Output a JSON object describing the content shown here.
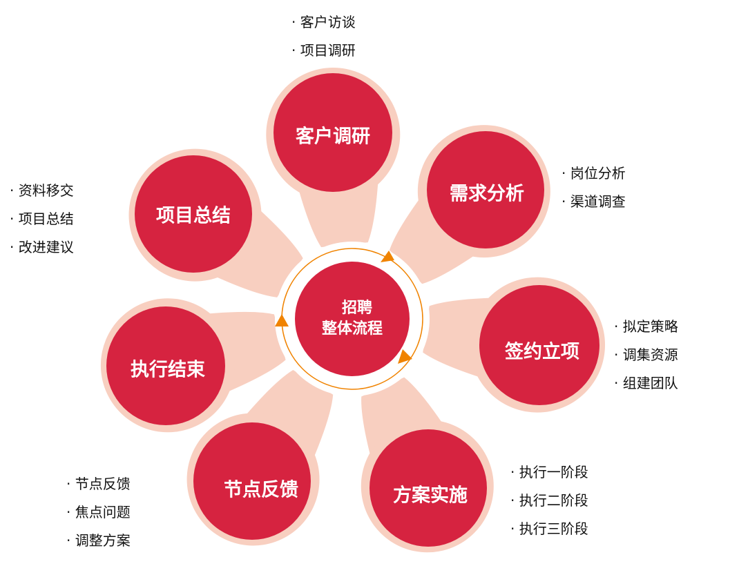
{
  "center": {
    "line1": "招聘",
    "line2": "整体流程"
  },
  "steps": [
    {
      "label": "客户调研",
      "details": [
        "客户访谈",
        "项目调研"
      ]
    },
    {
      "label": "需求分析",
      "details": [
        "岗位分析",
        "渠道调查"
      ]
    },
    {
      "label": "签约立项",
      "details": [
        "拟定策略",
        "调集资源",
        "组建团队"
      ]
    },
    {
      "label": "方案实施",
      "details": [
        "执行一阶段",
        "执行二阶段",
        "执行三阶段"
      ]
    },
    {
      "label": "节点反馈",
      "details": [
        "节点反馈",
        "焦点问题",
        "调整方案"
      ]
    },
    {
      "label": "执行结束",
      "details": []
    },
    {
      "label": "项目总结",
      "details": [
        "资料移交",
        "项目总结",
        "改进建议"
      ]
    }
  ],
  "colors": {
    "petal": "#d62340",
    "halo": "#f8cfc0",
    "ring": "#f08300"
  }
}
